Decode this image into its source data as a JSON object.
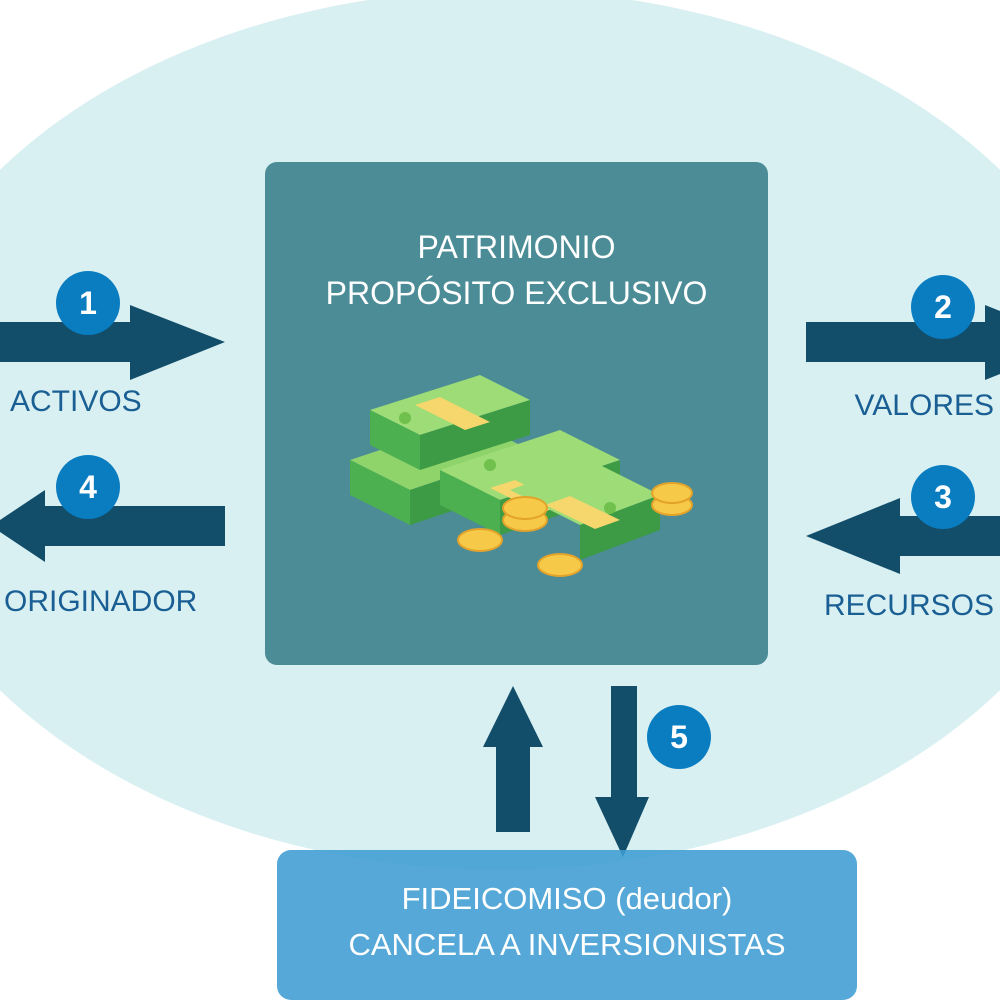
{
  "center": {
    "line1": "PATRIMONIO",
    "line2": "PROPÓSITO EXCLUSIVO",
    "icon": "money-stack-icon"
  },
  "steps": [
    {
      "number": "1",
      "label": "ACTIVOS"
    },
    {
      "number": "2",
      "label": "VALORES"
    },
    {
      "number": "3",
      "label": "RECURSOS"
    },
    {
      "number": "4",
      "label": "ORIGINADOR"
    },
    {
      "number": "5"
    }
  ],
  "bottom": {
    "line1": "FIDEICOMISO (deudor)",
    "line2": "CANCELA A INVERSIONISTAS"
  },
  "colors": {
    "background": "#d9f0f2",
    "box": "#4b8c96",
    "arrow": "#124d6a",
    "badge": "#0a7dc1",
    "label": "#1a5f94",
    "bottom_box": "#4ea6d6"
  }
}
